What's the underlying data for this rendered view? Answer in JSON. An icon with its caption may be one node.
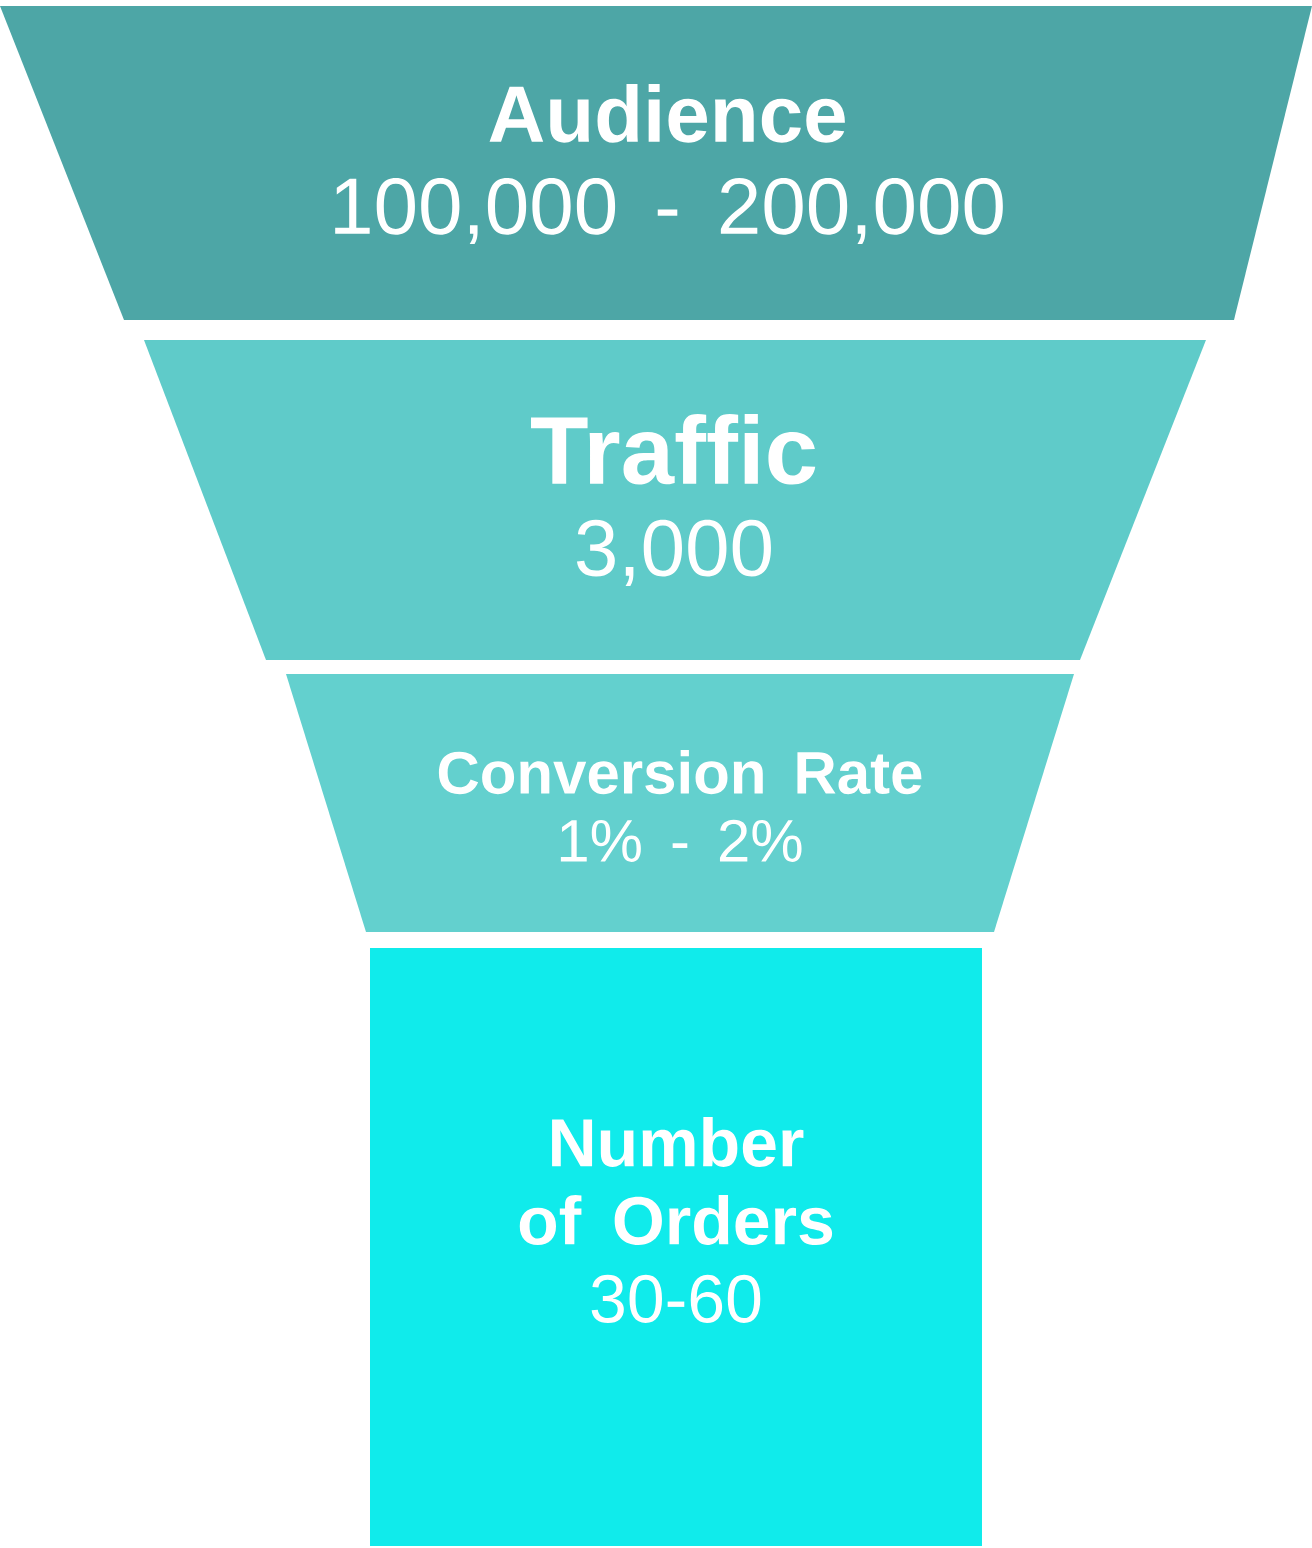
{
  "diagram": {
    "nodes": [
      {
        "text": [
          "Audience",
          "100,000 - 200,000"
        ]
      },
      {
        "text": [
          "Traffic",
          "3,000"
        ]
      },
      {
        "text": [
          "Conversion Rate",
          "1% - 2%"
        ]
      },
      {
        "text": [
          "Number of Orders",
          "30-60"
        ]
      }
    ]
  }
}
